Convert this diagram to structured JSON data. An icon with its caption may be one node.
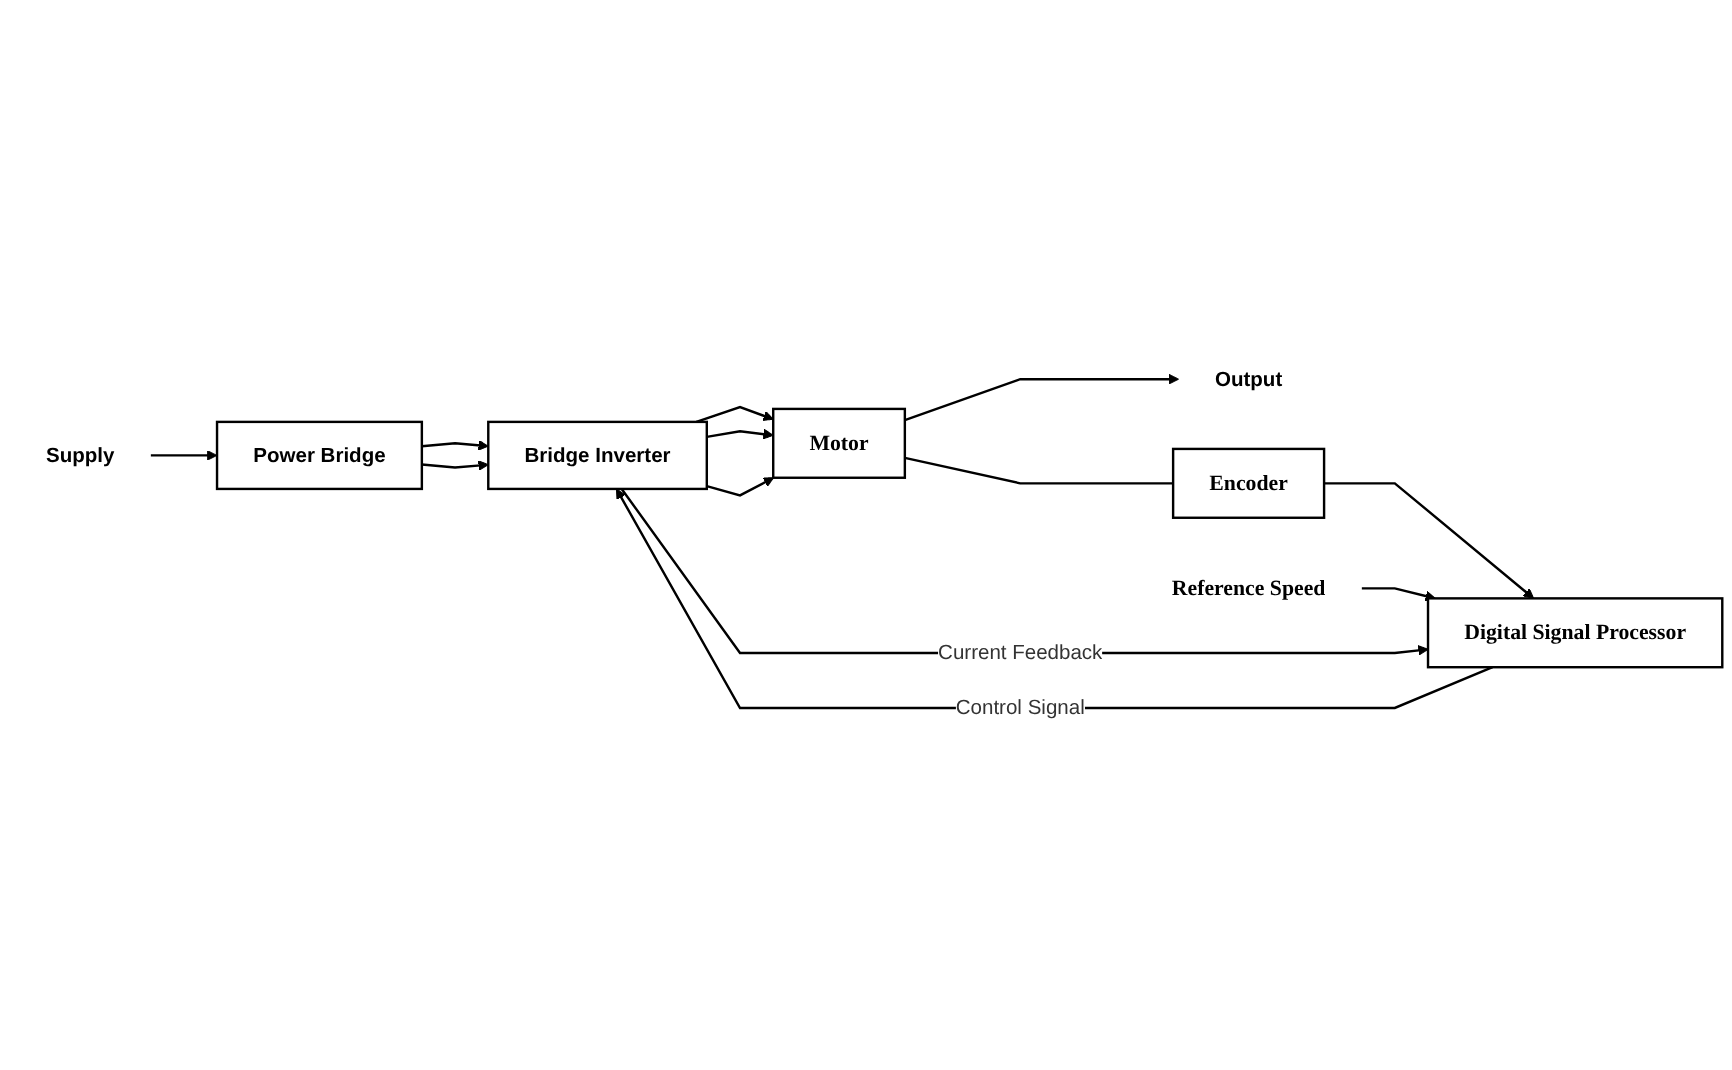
{
  "diagram": {
    "nodes": [
      {
        "text": [
          "Supply"
        ]
      },
      {
        "text": [
          "Power Bridge"
        ]
      },
      {
        "text": [
          "Bridge Inverter"
        ]
      },
      {
        "text": [
          "Motor"
        ]
      },
      {
        "text": [
          "Output"
        ]
      },
      {
        "text": [
          "Digital Signal Processor"
        ]
      },
      {
        "text": [
          "Encoder"
        ]
      },
      {
        "text": [
          "Reference Speed"
        ]
      }
    ],
    "edges": [
      {
        "from": 0,
        "to": 1,
        "arrow": "to"
      },
      {
        "from": 1,
        "to": 2,
        "arrow": "to"
      },
      {
        "from": 1,
        "to": 2,
        "arrow": "to"
      },
      {
        "from": 2,
        "to": 3,
        "arrow": "to"
      },
      {
        "from": 2,
        "to": 3,
        "arrow": "to"
      },
      {
        "from": 2,
        "to": 3,
        "arrow": "to"
      },
      {
        "from": 3,
        "to": 4,
        "arrow": "to"
      },
      {
        "from": 2,
        "to": 5,
        "arrow": "to",
        "label": "Current Feedback"
      },
      {
        "from": 5,
        "to": 2,
        "arrow": "to",
        "label": "Control Signal"
      },
      {
        "from": 3,
        "to": 6,
        "arrow": "none"
      },
      {
        "from": 6,
        "to": 5,
        "arrow": "to"
      },
      {
        "from": 7,
        "to": 5,
        "arrow": "to"
      }
    ]
  }
}
